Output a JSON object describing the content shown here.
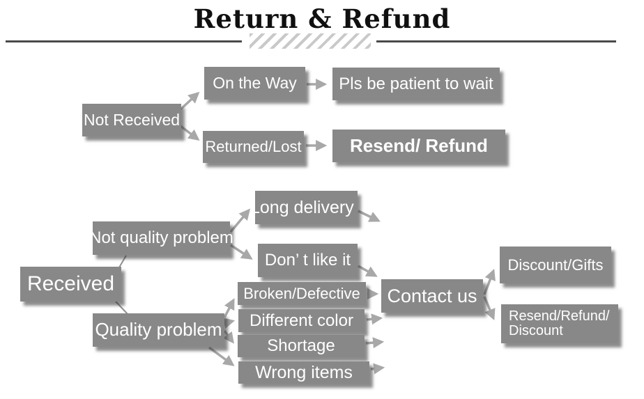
{
  "title": "Return & Refund",
  "colors": {
    "box_fill": "#888888",
    "box_text": "#ffffff",
    "arrow": "#a8a8a8",
    "connector_line": "#909090",
    "divider": "#4a4a4a",
    "hatch": "#c9c9c9",
    "title_text": "#101010",
    "shadow": "#2d2d2d"
  },
  "nodes": {
    "not_received": "Not Received",
    "on_the_way": "On the Way",
    "pls_be_patient": "Pls be patient to wait",
    "returned_lost": "Returned/Lost",
    "resend_refund": "Resend/ Refund",
    "received": "Received",
    "not_quality_problem": "Not quality problem",
    "long_delivery": "Long delivery",
    "dont_like_it": "Don’ t like it",
    "quality_problem": "Quality problem",
    "broken_defective": "Broken/Defective",
    "different_color": "Different color",
    "shortage": "Shortage",
    "wrong_items": "Wrong items",
    "contact_us": "Contact us",
    "discount_gifts": "Discount/Gifts",
    "resend_refund_discount_line1": "Resend/Refund/",
    "resend_refund_discount_line2": "Discount"
  },
  "edges": [
    {
      "from": "not_received",
      "to": "on_the_way",
      "style": "arrow"
    },
    {
      "from": "not_received",
      "to": "returned_lost",
      "style": "arrow"
    },
    {
      "from": "on_the_way",
      "to": "pls_be_patient",
      "style": "arrow"
    },
    {
      "from": "returned_lost",
      "to": "resend_refund",
      "style": "arrow"
    },
    {
      "from": "received",
      "to": "not_quality_problem",
      "style": "line"
    },
    {
      "from": "received",
      "to": "quality_problem",
      "style": "line"
    },
    {
      "from": "not_quality_problem",
      "to": "long_delivery",
      "style": "arrow"
    },
    {
      "from": "not_quality_problem",
      "to": "dont_like_it",
      "style": "arrow"
    },
    {
      "from": "long_delivery",
      "to": "contact_us",
      "style": "arrow"
    },
    {
      "from": "dont_like_it",
      "to": "contact_us",
      "style": "arrow"
    },
    {
      "from": "quality_problem",
      "to": "broken_defective",
      "style": "arrow"
    },
    {
      "from": "quality_problem",
      "to": "different_color",
      "style": "arrow"
    },
    {
      "from": "quality_problem",
      "to": "shortage",
      "style": "arrow"
    },
    {
      "from": "quality_problem",
      "to": "wrong_items",
      "style": "arrow"
    },
    {
      "from": "broken_defective",
      "to": "contact_us",
      "style": "arrow"
    },
    {
      "from": "different_color",
      "to": "contact_us",
      "style": "arrow"
    },
    {
      "from": "shortage",
      "to": "contact_us",
      "style": "arrow"
    },
    {
      "from": "wrong_items",
      "to": "contact_us",
      "style": "arrow"
    },
    {
      "from": "contact_us",
      "to": "discount_gifts",
      "style": "arrow"
    },
    {
      "from": "contact_us",
      "to": "resend_refund_discount",
      "style": "arrow"
    }
  ]
}
